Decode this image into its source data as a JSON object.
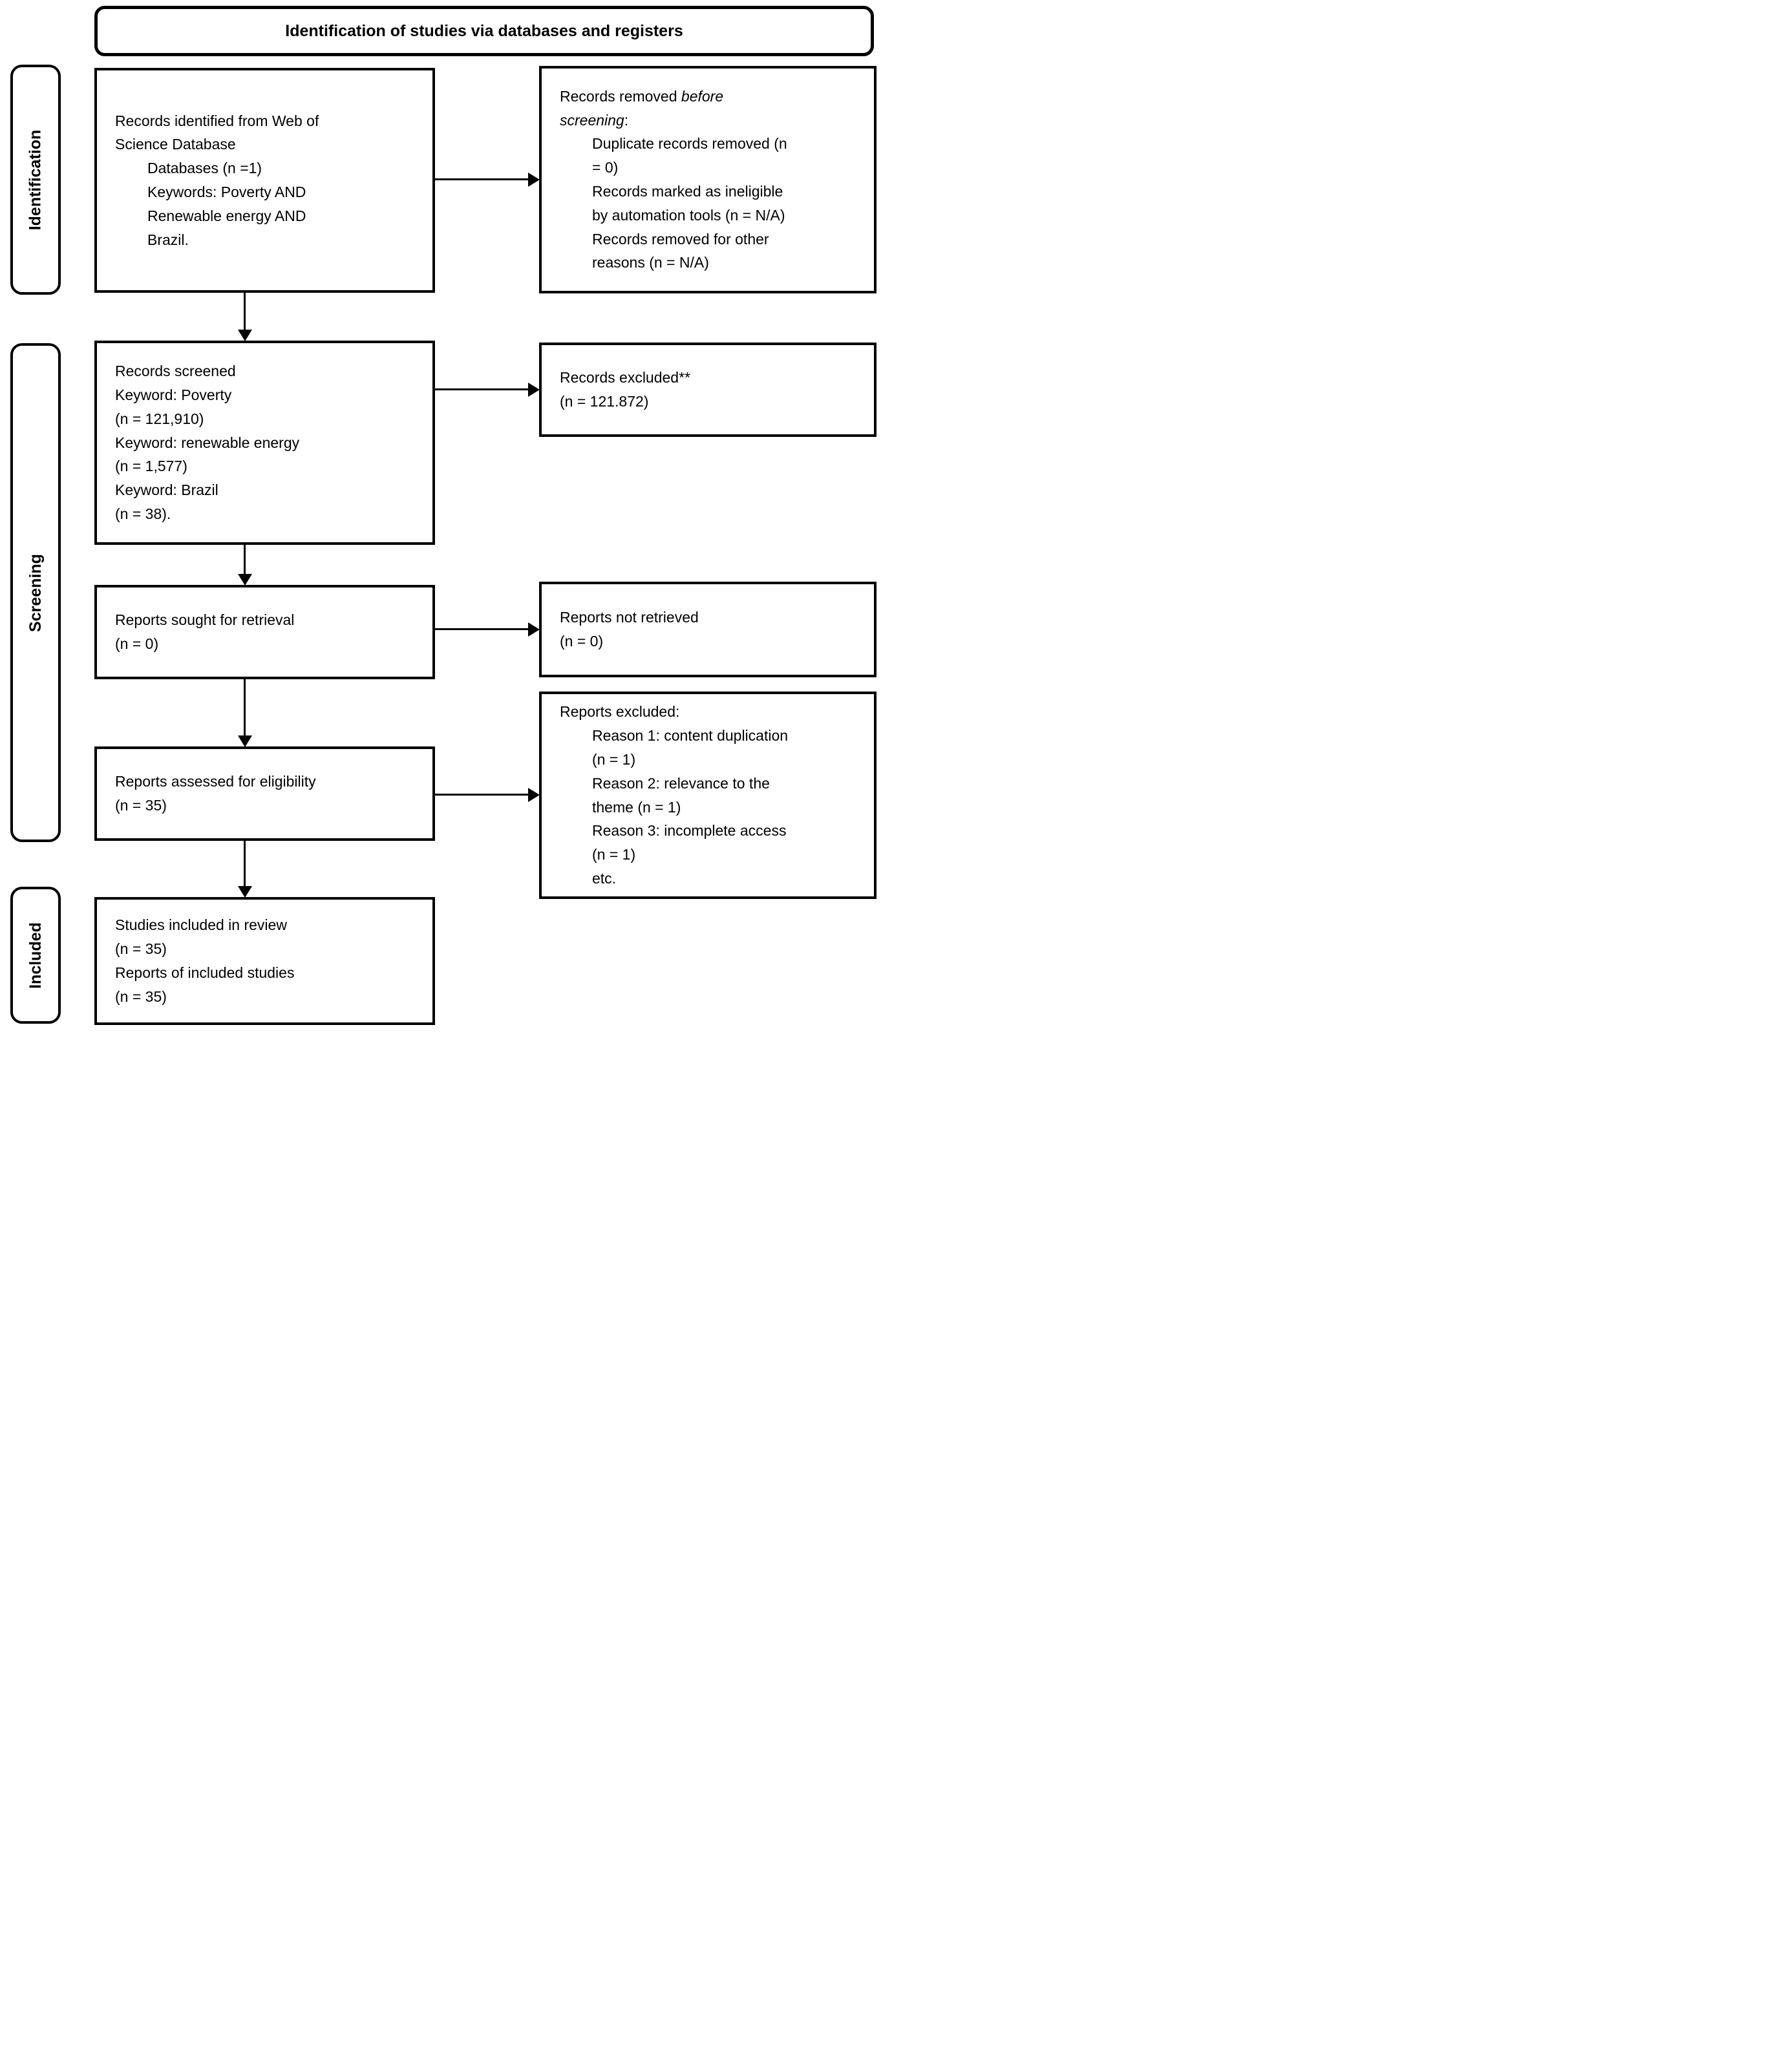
{
  "header": {
    "title": "Identification of studies via databases and registers"
  },
  "sidebar": {
    "identification": "Identification",
    "screening": "Screening",
    "included": "Included"
  },
  "boxes": {
    "identified": {
      "lines": [
        "Records identified from Web of",
        "Science Database"
      ],
      "indented": [
        "Databases (n =1)",
        "Keywords: Poverty AND",
        "Renewable energy AND",
        "Brazil."
      ]
    },
    "removed": {
      "line1_normal": "Records removed ",
      "line1_italic": "before",
      "line2_italic": "screening",
      "line2_normal": ":",
      "indented": [
        "Duplicate records removed (n",
        "= 0)",
        "Records marked as ineligible",
        "by automation tools (n = N/A)",
        "Records removed for other",
        "reasons (n = N/A)"
      ]
    },
    "screened": {
      "lines": [
        "Records screened",
        "Keyword: Poverty",
        "(n = 121,910)",
        "Keyword: renewable energy",
        "(n = 1,577)",
        "Keyword: Brazil",
        "(n = 38)."
      ]
    },
    "records_excluded": {
      "lines": [
        "Records excluded**",
        "(n = 121.872)"
      ]
    },
    "sought": {
      "lines": [
        "Reports sought for retrieval",
        "(n = 0)"
      ]
    },
    "not_retrieved": {
      "lines": [
        "Reports not retrieved",
        "(n = 0)"
      ]
    },
    "assessed": {
      "lines": [
        "Reports assessed for eligibility",
        "(n = 35)"
      ]
    },
    "reports_excluded": {
      "header": "Reports excluded:",
      "indented": [
        "Reason 1: content duplication",
        "(n = 1)",
        "Reason 2: relevance to the",
        "theme (n = 1)",
        "Reason 3: incomplete access",
        "(n = 1)",
        "etc."
      ]
    },
    "included_studies": {
      "lines": [
        "Studies included in review",
        "(n = 35)",
        "Reports of included studies",
        "(n = 35)"
      ]
    }
  }
}
